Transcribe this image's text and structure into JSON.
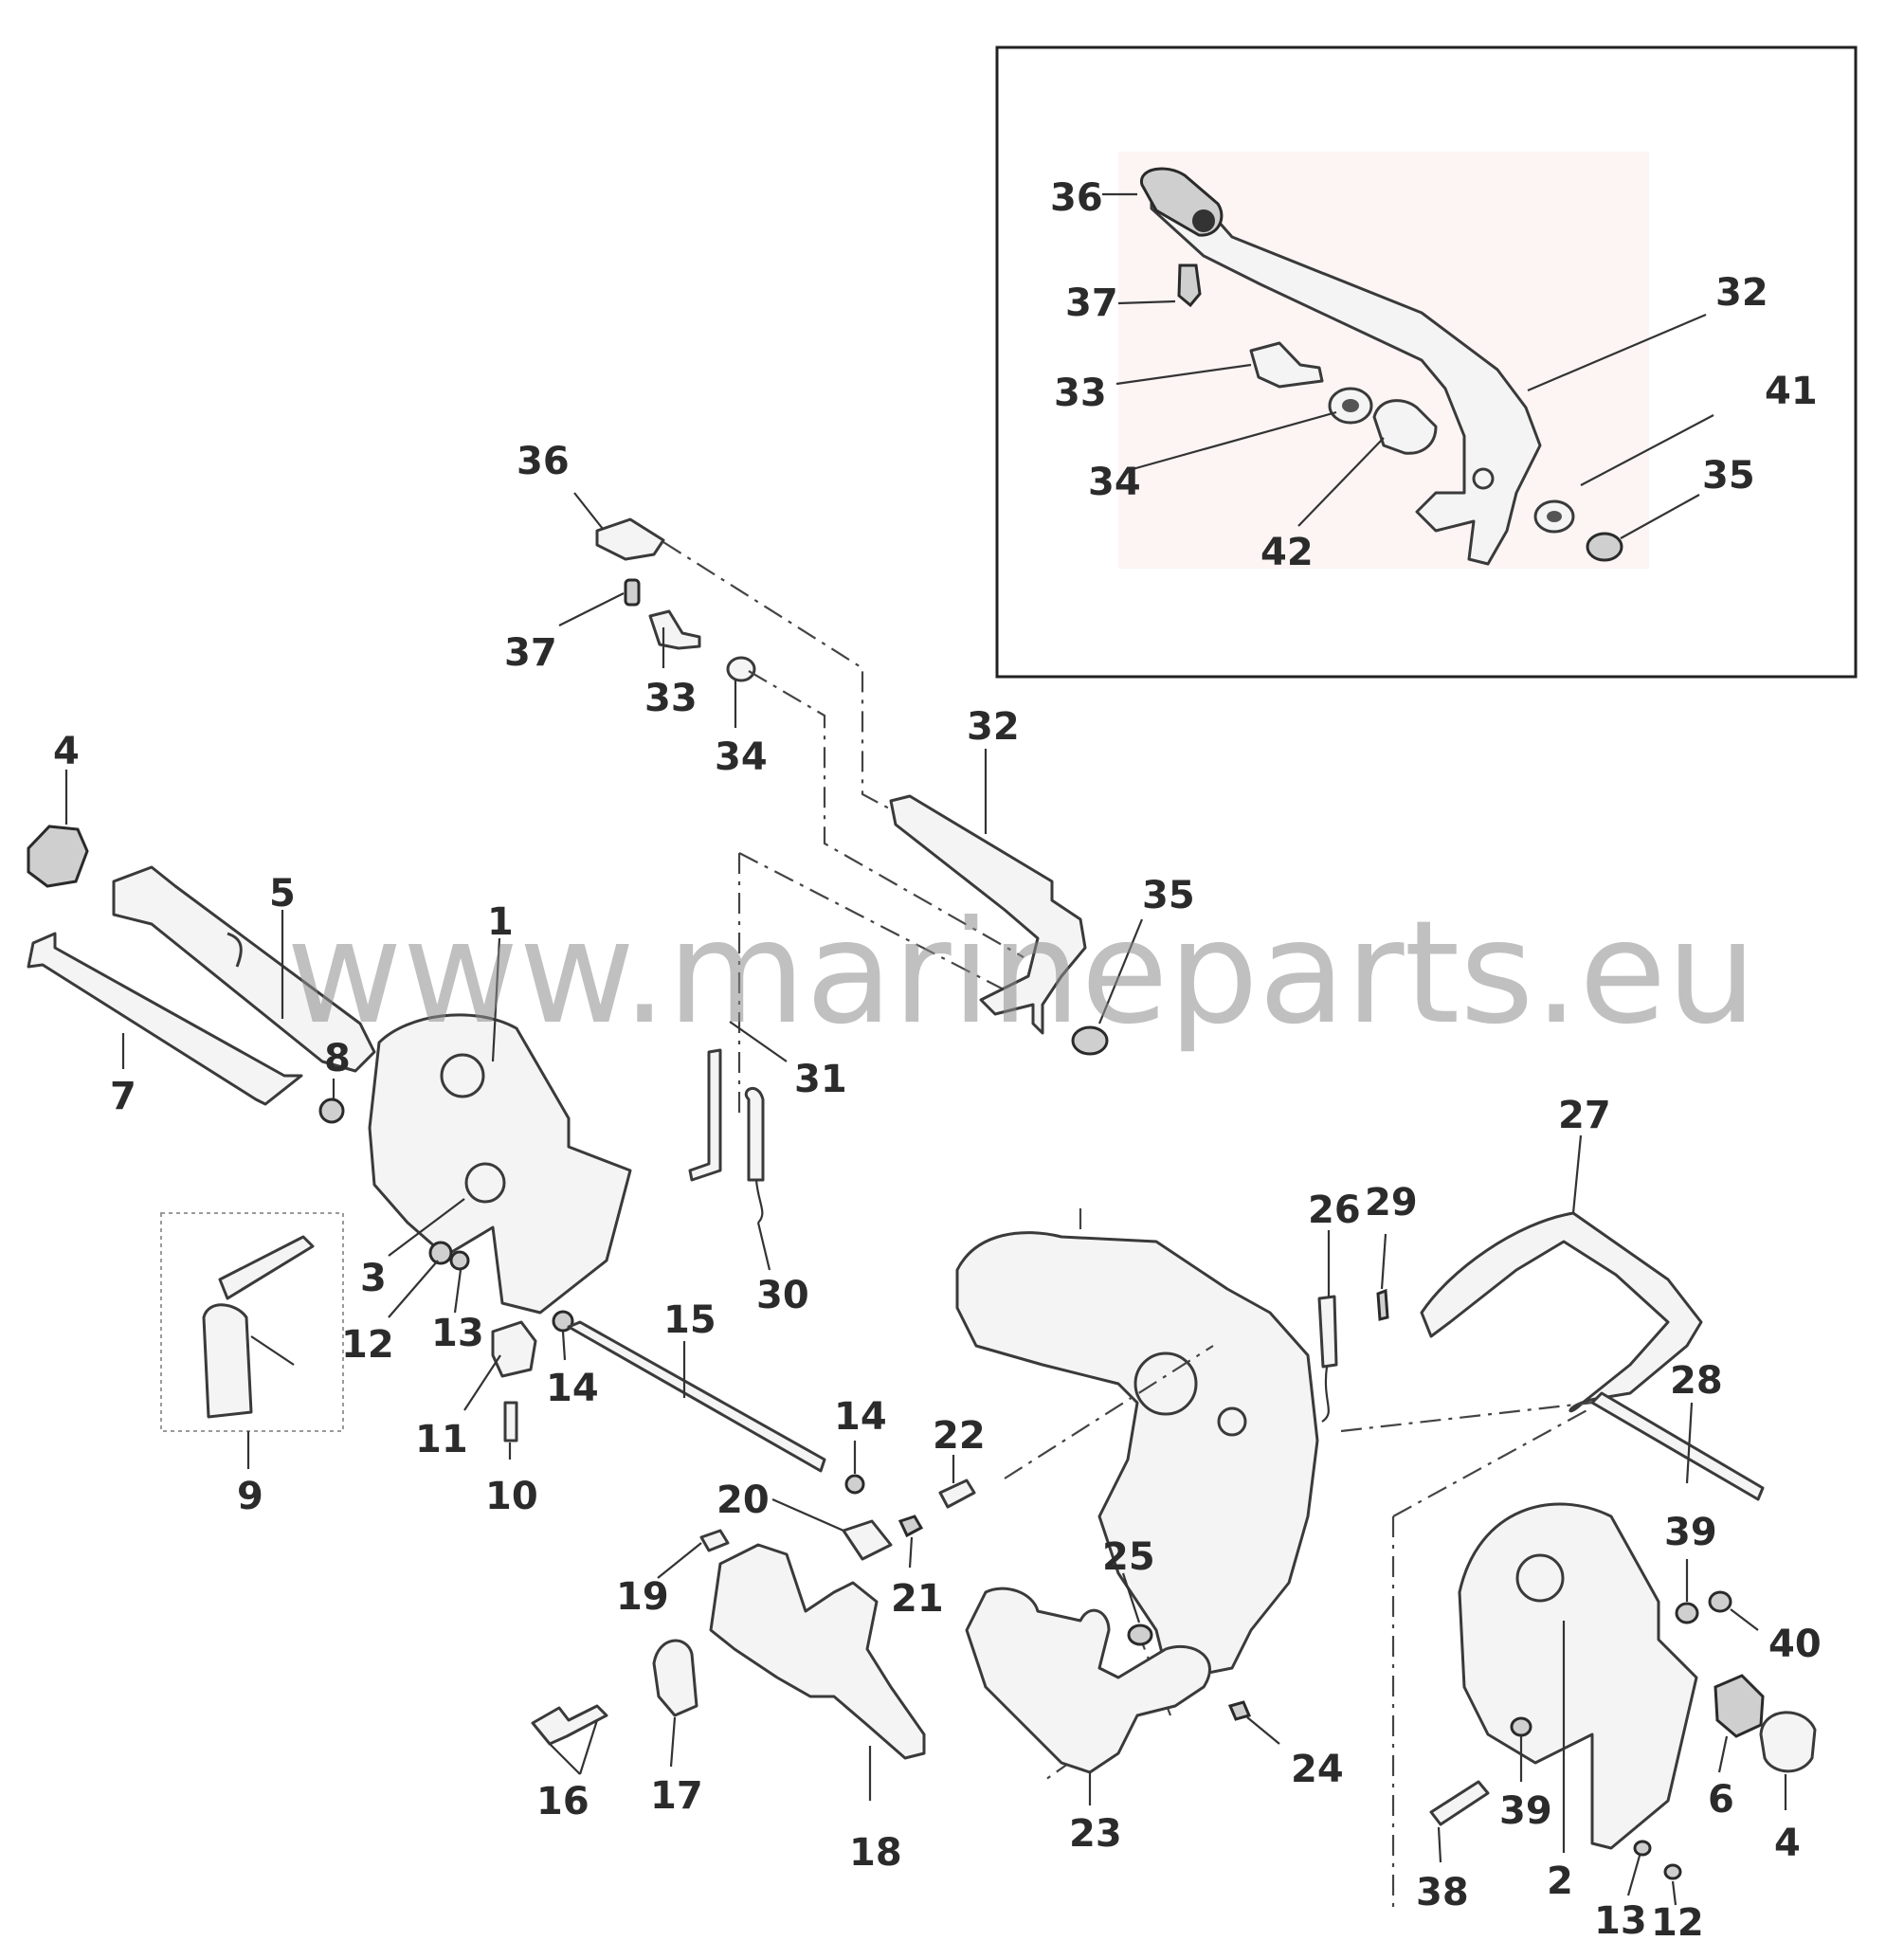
{
  "watermark": "www.marineparts.eu",
  "callouts": {
    "c1": "1",
    "c2": "2",
    "c3": "3",
    "c4a": "4",
    "c4b": "4",
    "c5": "5",
    "c6": "6",
    "c7": "7",
    "c8": "8",
    "c9": "9",
    "c10": "10",
    "c11": "11",
    "c12a": "12",
    "c12b": "12",
    "c13a": "13",
    "c13b": "13",
    "c14a": "14",
    "c14b": "14",
    "c15": "15",
    "c16": "16",
    "c17": "17",
    "c18": "18",
    "c19": "19",
    "c20": "20",
    "c21": "21",
    "c22": "22",
    "c23": "23",
    "c24": "24",
    "c25": "25",
    "c26": "26",
    "c27": "27",
    "c28": "28",
    "c29": "29",
    "c30": "30",
    "c31": "31",
    "c32": "32",
    "c33": "33",
    "c34": "34",
    "c35": "35",
    "c36": "36",
    "c37": "37",
    "c38": "38",
    "c39a": "39",
    "c39b": "39",
    "c40": "40"
  },
  "inset_callouts": {
    "i32": "32",
    "i33": "33",
    "i34": "34",
    "i35": "35",
    "i36": "36",
    "i37": "37",
    "i41": "41",
    "i42": "42"
  }
}
